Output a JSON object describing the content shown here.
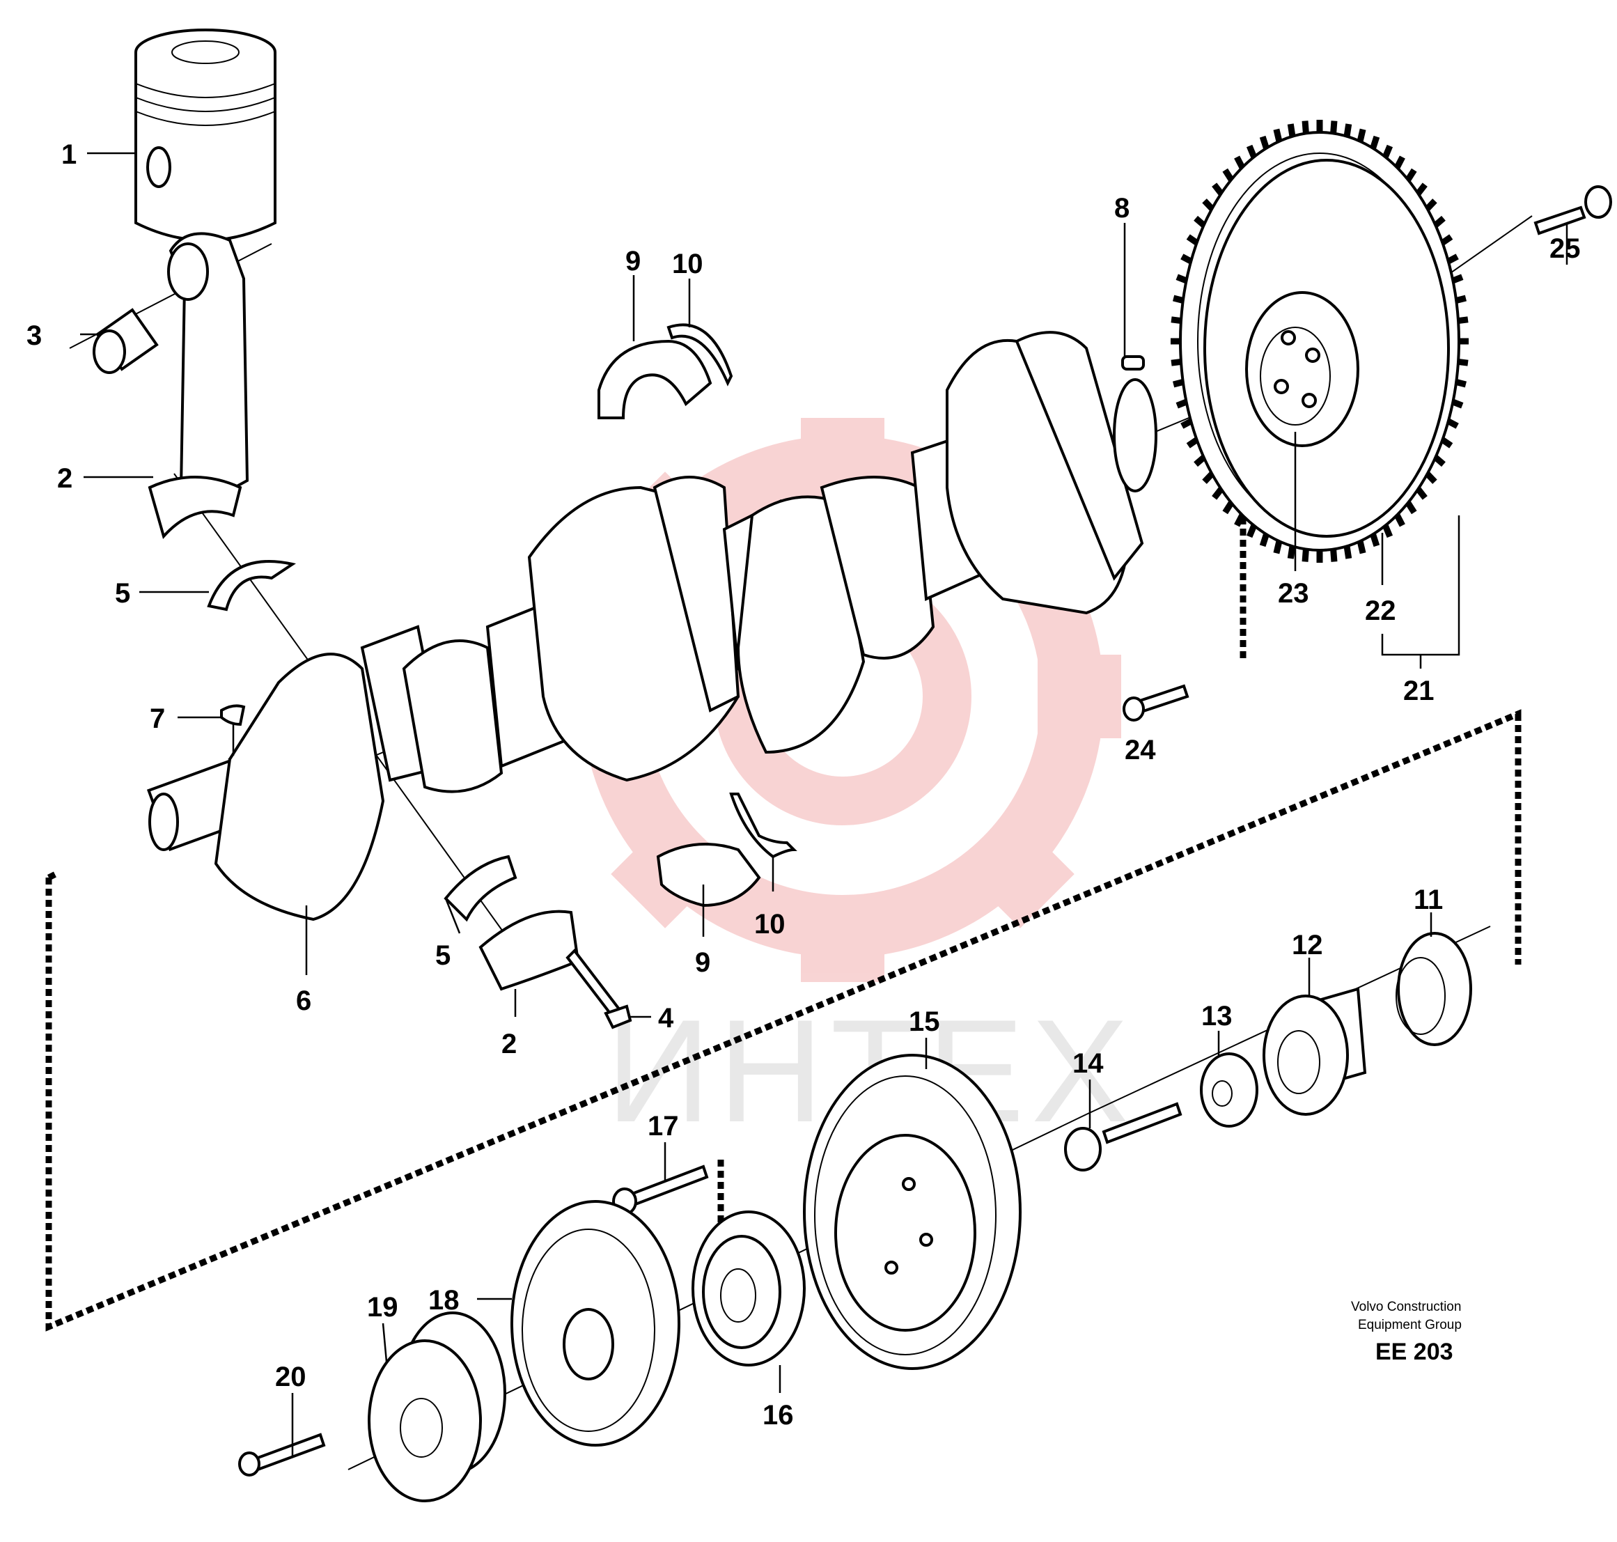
{
  "watermark": {
    "text": "ИНТЕХ",
    "color": "#f2a9a9"
  },
  "caption": {
    "line1": "Volvo Construction",
    "line2": "Equipment Group",
    "code": "EE 203"
  },
  "callouts": [
    {
      "id": "c1",
      "label": "1"
    },
    {
      "id": "c2a",
      "label": "2"
    },
    {
      "id": "c2b",
      "label": "2"
    },
    {
      "id": "c3",
      "label": "3"
    },
    {
      "id": "c4",
      "label": "4"
    },
    {
      "id": "c5a",
      "label": "5"
    },
    {
      "id": "c5b",
      "label": "5"
    },
    {
      "id": "c6",
      "label": "6"
    },
    {
      "id": "c7",
      "label": "7"
    },
    {
      "id": "c8",
      "label": "8"
    },
    {
      "id": "c9a",
      "label": "9"
    },
    {
      "id": "c9b",
      "label": "9"
    },
    {
      "id": "c10a",
      "label": "10"
    },
    {
      "id": "c10b",
      "label": "10"
    },
    {
      "id": "c11",
      "label": "11"
    },
    {
      "id": "c12",
      "label": "12"
    },
    {
      "id": "c13",
      "label": "13"
    },
    {
      "id": "c14",
      "label": "14"
    },
    {
      "id": "c15",
      "label": "15"
    },
    {
      "id": "c16",
      "label": "16"
    },
    {
      "id": "c17",
      "label": "17"
    },
    {
      "id": "c18",
      "label": "18"
    },
    {
      "id": "c19",
      "label": "19"
    },
    {
      "id": "c20",
      "label": "20"
    },
    {
      "id": "c21",
      "label": "21"
    },
    {
      "id": "c22",
      "label": "22"
    },
    {
      "id": "c23",
      "label": "23"
    },
    {
      "id": "c24",
      "label": "24"
    },
    {
      "id": "c25",
      "label": "25"
    }
  ]
}
